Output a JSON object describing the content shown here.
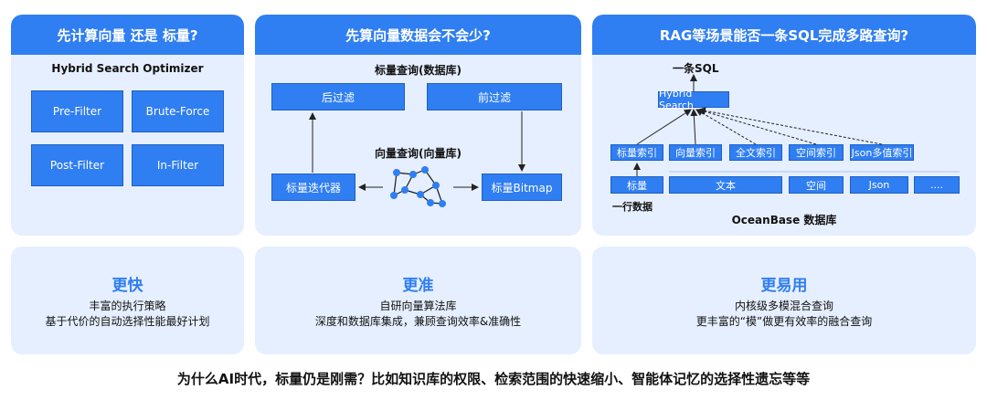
{
  "panel1": {
    "header": "先计算向量 还是 标量?",
    "subtitle": "Hybrid Search Optimizer",
    "boxes": [
      "Pre-Filter",
      "Brute-Force",
      "Post-Filter",
      "In-Filter"
    ]
  },
  "panel2": {
    "header": "先算向量数据会不会少?",
    "top_label": "标量查询(数据库)",
    "after_filter": "后过滤",
    "before_filter": "前过滤",
    "vector_label": "向量查询(向量库)",
    "iterator": "标量迭代器",
    "bitmap": "标量Bitmap"
  },
  "panel3": {
    "header": "RAG等场景能否一条SQL完成多路查询?",
    "one_sql": "一条SQL",
    "hybrid": "Hybrid Search",
    "indexes": [
      "标量索引",
      "向量索引",
      "全文索引",
      "空间索引",
      "Json多值索引"
    ],
    "data_types": [
      "标量",
      "文本",
      "空间",
      "Json",
      "...."
    ],
    "row_label": "一行数据",
    "db_label": "OceanBase 数据库"
  },
  "bottom": [
    {
      "title": "更快",
      "lines": [
        "丰富的执行策略",
        "基于代价的自动选择性能最好计划"
      ]
    },
    {
      "title": "更准",
      "lines": [
        "自研向量算法库",
        "深度和数据库集成，兼顾查询效率&准确性"
      ]
    },
    {
      "title": "更易用",
      "lines": [
        "内核级多模混合查询",
        "更丰富的“模”做更有效率的融合查询"
      ]
    }
  ],
  "footer": "为什么AI时代，标量仍是刚需？比如知识库的权限、检索范围的快速缩小、智能体记忆的选择性遗忘等等",
  "colors": {
    "accent": "#2f7ef2",
    "panel_bg": "#e6efff"
  }
}
